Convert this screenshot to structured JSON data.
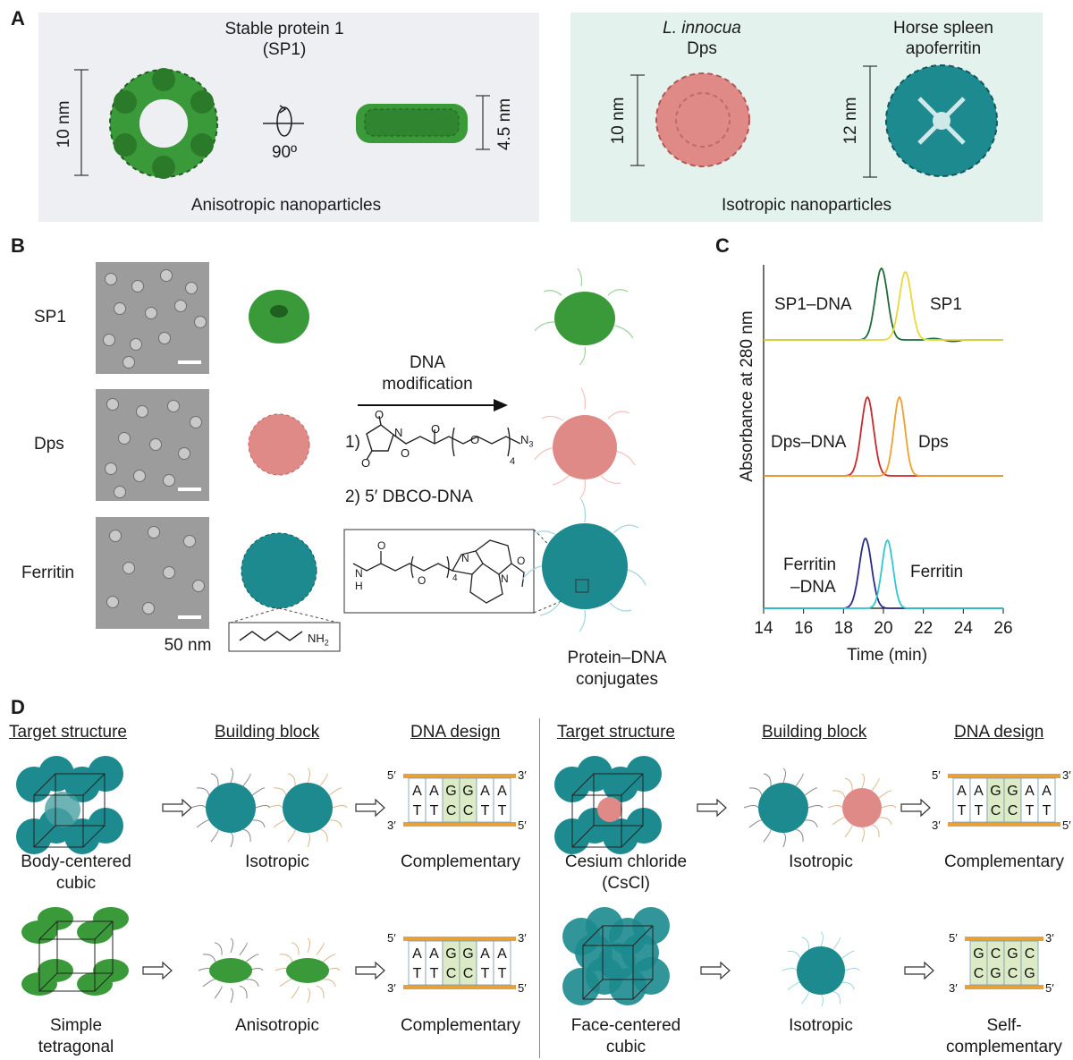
{
  "panel_letters": {
    "a": "A",
    "b": "B",
    "c": "C",
    "d": "D"
  },
  "panel_a": {
    "sp1_title_line1": "Stable protein 1",
    "sp1_title_line2": "(SP1)",
    "sp1_height": "10 nm",
    "rotation": "90º",
    "sp1_thickness": "4.5 nm",
    "aniso_caption": "Anisotropic nanoparticles",
    "dps_title_line1": "L. innocua",
    "dps_title_line2": "Dps",
    "dps_size": "10 nm",
    "ferritin_title_line1": "Horse spleen",
    "ferritin_title_line2": "apoferritin",
    "ferritin_size": "12 nm",
    "iso_caption": "Isotropic nanoparticles",
    "colors": {
      "sp1": "#3a9a3a",
      "dps": "#e08a88",
      "ferritin": "#1c8a8e"
    }
  },
  "panel_b": {
    "rows": [
      "SP1",
      "Dps",
      "Ferritin"
    ],
    "scale_label": "50 nm",
    "arrow_label_line1": "DNA",
    "arrow_label_line2": "modification",
    "step1": "1)",
    "step2": "2) 5′ DBCO-DNA",
    "linker_sub": "4",
    "azide": "N",
    "azide_sub": "3",
    "amine": "NH",
    "amine_sub": "2",
    "product_caption_line1": "Protein–DNA",
    "product_caption_line2": "conjugates",
    "atom_o": "O",
    "atom_n": "N",
    "atom_h": "H"
  },
  "chart_data": {
    "type": "line",
    "xlabel": "Time (min)",
    "ylabel": "Absorbance at 280 nm",
    "xlim": [
      14,
      26
    ],
    "xticks": [
      14,
      16,
      18,
      20,
      22,
      24,
      26
    ],
    "series": [
      {
        "name": "SP1–DNA",
        "color": "#1e6b3a",
        "peak": 19.9,
        "width": 0.55
      },
      {
        "name": "SP1",
        "color": "#e8d83a",
        "peak": 21.1,
        "width": 0.55
      },
      {
        "name": "Dps–DNA",
        "color": "#c8282e",
        "peak": 19.2,
        "width": 0.55
      },
      {
        "name": "Dps",
        "color": "#f0a030",
        "peak": 20.8,
        "width": 0.5
      },
      {
        "name": "Ferritin –DNA",
        "color": "#2a2a8a",
        "peak": 19.1,
        "width": 0.55
      },
      {
        "name": "Ferritin",
        "color": "#30c8d0",
        "peak": 20.2,
        "width": 0.5
      }
    ],
    "labels": {
      "sp1_dna": "SP1–DNA",
      "sp1": "SP1",
      "dps_dna": "Dps–DNA",
      "dps": "Dps",
      "ferritin_dna_line1": "Ferritin",
      "ferritin_dna_line2": "–DNA",
      "ferritin": "Ferritin"
    }
  },
  "panel_d": {
    "headers": {
      "target": "Target structure",
      "block": "Building block",
      "dna": "DNA design"
    },
    "rows": [
      {
        "target_line1": "Body-centered",
        "target_line2": "cubic",
        "block": "Isotropic",
        "dna": "Complementary"
      },
      {
        "target_line1": "Cesium chloride",
        "target_line2": "(CsCl)",
        "block": "Isotropic",
        "dna": "Complementary"
      },
      {
        "target_line1": "Simple",
        "target_line2": "tetragonal",
        "block": "Anisotropic",
        "dna": "Complementary"
      },
      {
        "target_line1": "Face-centered",
        "target_line2": "cubic",
        "block": "Isotropic",
        "dna_line1": "Self-",
        "dna_line2": "complementary"
      }
    ],
    "duplex": {
      "five": "5′",
      "three": "3′",
      "top": [
        "A",
        "A",
        "G",
        "G",
        "A",
        "A"
      ],
      "bottom": [
        "T",
        "T",
        "C",
        "C",
        "T",
        "T"
      ],
      "self_top": [
        "G",
        "C",
        "G",
        "C"
      ],
      "self_bottom": [
        "C",
        "G",
        "C",
        "G"
      ]
    }
  }
}
